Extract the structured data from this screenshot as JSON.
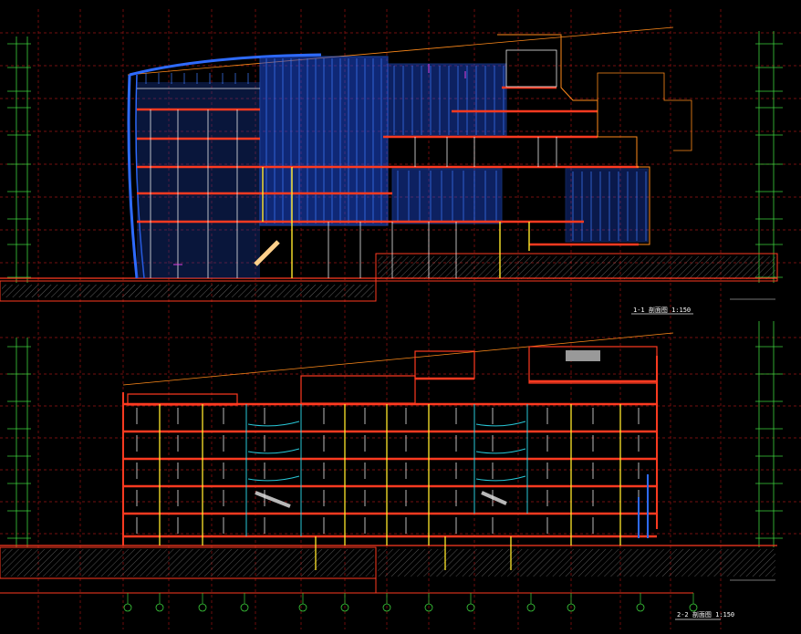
{
  "drawing": {
    "background": "#000000",
    "section_titles": [
      {
        "id": "section-1-1",
        "label": "1-1 剖面图 1:150"
      },
      {
        "id": "section-2-2",
        "label": "2-2 剖面图 1:150"
      }
    ],
    "colors": {
      "grid_red": "#b81818",
      "green": "#3cd13c",
      "red_slab": "#ff3a20",
      "blue_facade": "#2e6bff",
      "cyan": "#28c8d8",
      "yellow": "#ffe82a",
      "white": "#e8e8e8",
      "orange_line": "#ff8a1a",
      "magenta": "#e040e0",
      "hatch": "#8a8a8a"
    },
    "grid_axis_bubbles": 13
  }
}
